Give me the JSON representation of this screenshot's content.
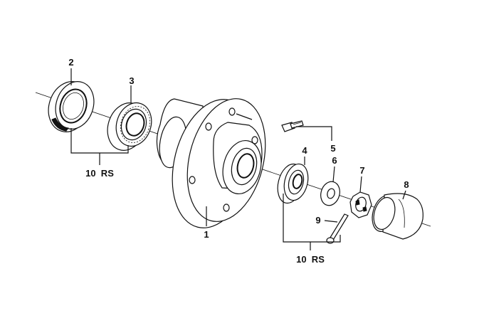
{
  "callouts": {
    "c1": "1",
    "c2": "2",
    "c3": "3",
    "c4": "4",
    "c5": "5",
    "c6": "6",
    "c7": "7",
    "c8": "8",
    "c9": "9",
    "kit_left": "10  RS",
    "kit_right": "10  RS"
  }
}
